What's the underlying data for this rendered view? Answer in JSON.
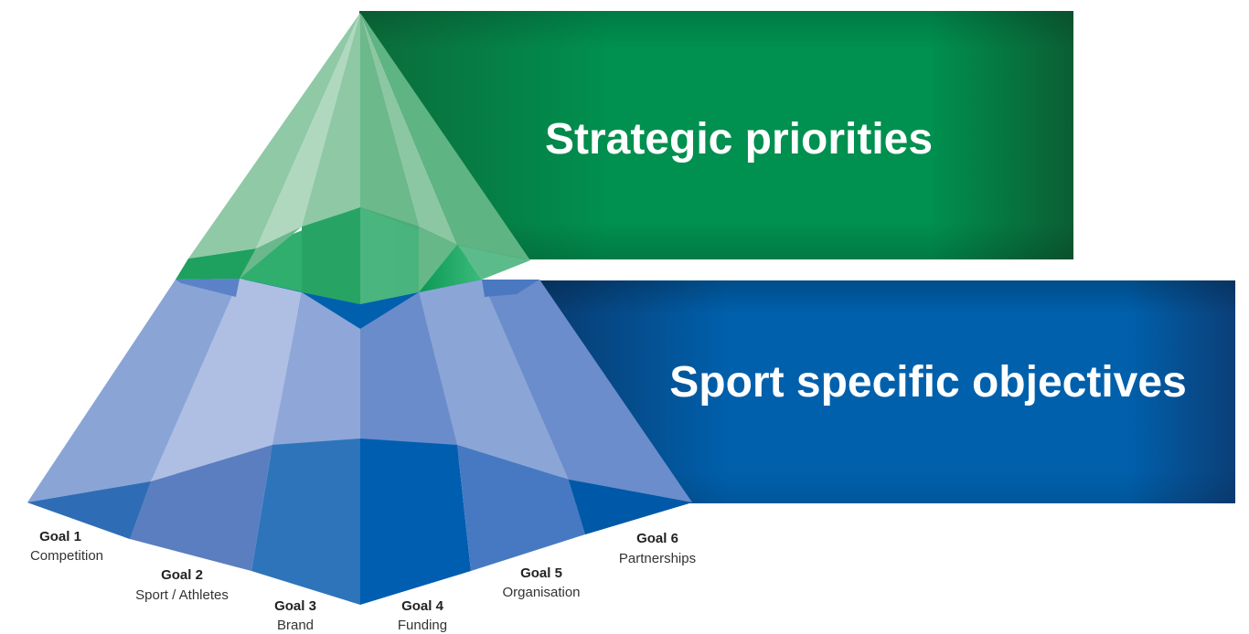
{
  "diagram": {
    "top_banner": {
      "label": "Strategic priorities"
    },
    "bottom_banner": {
      "label": "Sport specific objectives"
    },
    "goals": [
      {
        "title": "Goal 1",
        "subtitle": "Competition"
      },
      {
        "title": "Goal 2",
        "subtitle": "Sport / Athletes"
      },
      {
        "title": "Goal 3",
        "subtitle": "Brand"
      },
      {
        "title": "Goal 4",
        "subtitle": "Funding"
      },
      {
        "title": "Goal 5",
        "subtitle": "Organisation"
      },
      {
        "title": "Goal 6",
        "subtitle": "Partnerships"
      }
    ],
    "colors": {
      "green_dark": "#0b6b3a",
      "green_mid": "#00914f",
      "blue_dark": "#0a3f7a",
      "blue_mid": "#0062b0"
    }
  }
}
